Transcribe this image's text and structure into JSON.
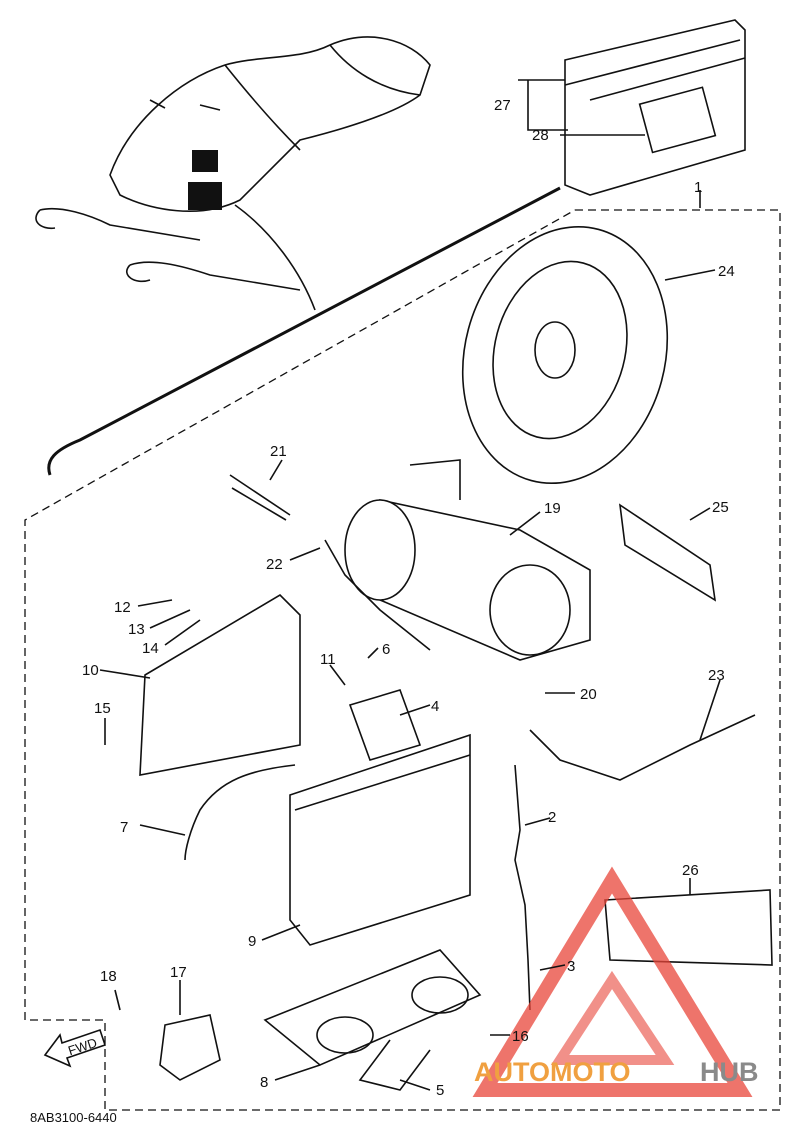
{
  "diagram_code": "8AB3100-6440",
  "fwd_label": "FWD",
  "watermark": {
    "brand_left": "AUTOMOTO",
    "brand_right": "HUB",
    "color_red": "#e8463a",
    "color_orange": "#f0a040",
    "color_grey": "#8a8a8a"
  },
  "callouts": [
    "1",
    "2",
    "3",
    "4",
    "5",
    "6",
    "7",
    "8",
    "9",
    "10",
    "11",
    "12",
    "13",
    "14",
    "15",
    "16",
    "17",
    "18",
    "19",
    "20",
    "21",
    "22",
    "23",
    "24",
    "25",
    "26",
    "27",
    "28"
  ]
}
